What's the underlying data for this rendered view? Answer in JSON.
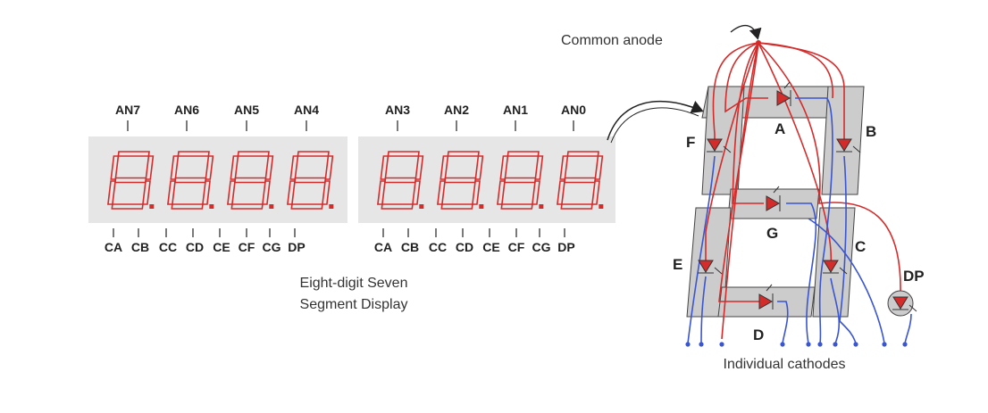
{
  "left_display": {
    "anodes": [
      "AN7",
      "AN6",
      "AN5",
      "AN4"
    ],
    "pins": [
      "CA",
      "CB",
      "CC",
      "CD",
      "CE",
      "CF",
      "CG",
      "DP"
    ]
  },
  "right_display": {
    "anodes": [
      "AN3",
      "AN2",
      "AN1",
      "AN0"
    ],
    "pins": [
      "CA",
      "CB",
      "CC",
      "CD",
      "CE",
      "CF",
      "CG",
      "DP"
    ]
  },
  "caption": {
    "line1": "Eight-digit Seven",
    "line2": "Segment Display"
  },
  "schematic": {
    "common_anode_label": "Common anode",
    "cathodes_label": "Individual cathodes",
    "segments": {
      "a": "A",
      "b": "B",
      "c": "C",
      "d": "D",
      "e": "E",
      "f": "F",
      "g": "G",
      "dp": "DP"
    }
  },
  "colors": {
    "panel": "#e6e6e6",
    "segment": "#d42b2b",
    "anode_wire": "#d42b2b",
    "cathode_wire": "#3a55d0",
    "schematic_block": "#cccccc"
  }
}
